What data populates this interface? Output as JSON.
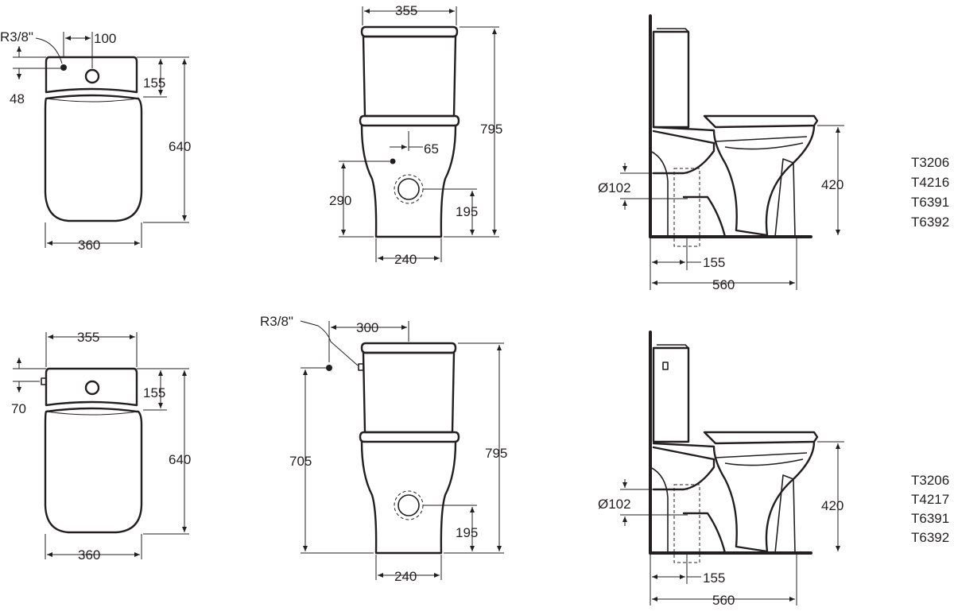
{
  "colors": {
    "line": "#231f20",
    "background": "#ffffff"
  },
  "model_a": {
    "top": {
      "thread": "R3/8\"",
      "inlet_offset": "100",
      "inlet_from_back": "48",
      "outlet_from_back": "155",
      "depth": "640",
      "width": "360"
    },
    "front": {
      "cistern_width": "355",
      "height": "795",
      "centre_offset": "65",
      "inlet_height": "290",
      "outlet_height": "195",
      "foot_width": "240"
    },
    "side": {
      "pipe_diameter": "Ø102",
      "seat_height": "420",
      "outlet_setback": "155",
      "projection": "560"
    },
    "codes": [
      "T3206",
      "T4216",
      "T6391",
      "T6392"
    ]
  },
  "model_b": {
    "top": {
      "cistern_width": "355",
      "inlet_from_back": "70",
      "outlet_from_back": "155",
      "depth": "640",
      "width": "360"
    },
    "front": {
      "thread": "R3/8\"",
      "inlet_offset": "300",
      "inlet_height": "705",
      "height": "795",
      "outlet_height": "195",
      "foot_width": "240"
    },
    "side": {
      "pipe_diameter": "Ø102",
      "seat_height": "420",
      "outlet_setback": "155",
      "projection": "560"
    },
    "codes": [
      "T3206",
      "T4217",
      "T6391",
      "T6392"
    ]
  }
}
